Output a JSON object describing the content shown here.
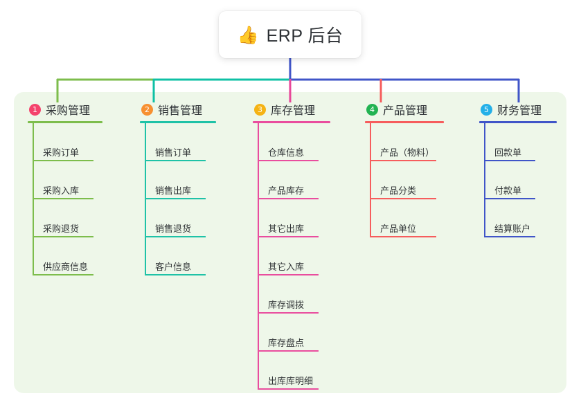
{
  "diagram": {
    "type": "mindmap",
    "root": {
      "icon": "thumbs-up-emoji",
      "icon_glyph": "👍",
      "title": "ERP 后台"
    },
    "panel_color": "#eef7e9",
    "background_color": "#ffffff",
    "root_connector_color": "#4055c8",
    "branches": [
      {
        "number": "1",
        "label": "采购管理",
        "color": "#7dbd4c",
        "badge_color": "#f4436c",
        "connector_color": "#7dbd4c",
        "items": [
          "采购订单",
          "采购入库",
          "采购退货",
          "供应商信息"
        ]
      },
      {
        "number": "2",
        "label": "销售管理",
        "color": "#1fc2a7",
        "badge_color": "#f79031",
        "connector_color": "#0fc0a5",
        "items": [
          "销售订单",
          "销售出库",
          "销售退货",
          "客户信息"
        ]
      },
      {
        "number": "3",
        "label": "库存管理",
        "color": "#e94d9e",
        "badge_color": "#f5b315",
        "connector_color": "#e8479a",
        "items": [
          "仓库信息",
          "产品库存",
          "其它出库",
          "其它入库",
          "库存调拨",
          "库存盘点",
          "出库库明细"
        ]
      },
      {
        "number": "4",
        "label": "产品管理",
        "color": "#f65d5d",
        "badge_color": "#22b352",
        "connector_color": "#f65d5d",
        "items": [
          "产品（物料）",
          "产品分类",
          "产品单位"
        ]
      },
      {
        "number": "5",
        "label": "财务管理",
        "color": "#4055c8",
        "badge_color": "#24b0e8",
        "connector_color": "#4055c8",
        "items": [
          "回款单",
          "付款单",
          "结算账户"
        ]
      }
    ]
  }
}
